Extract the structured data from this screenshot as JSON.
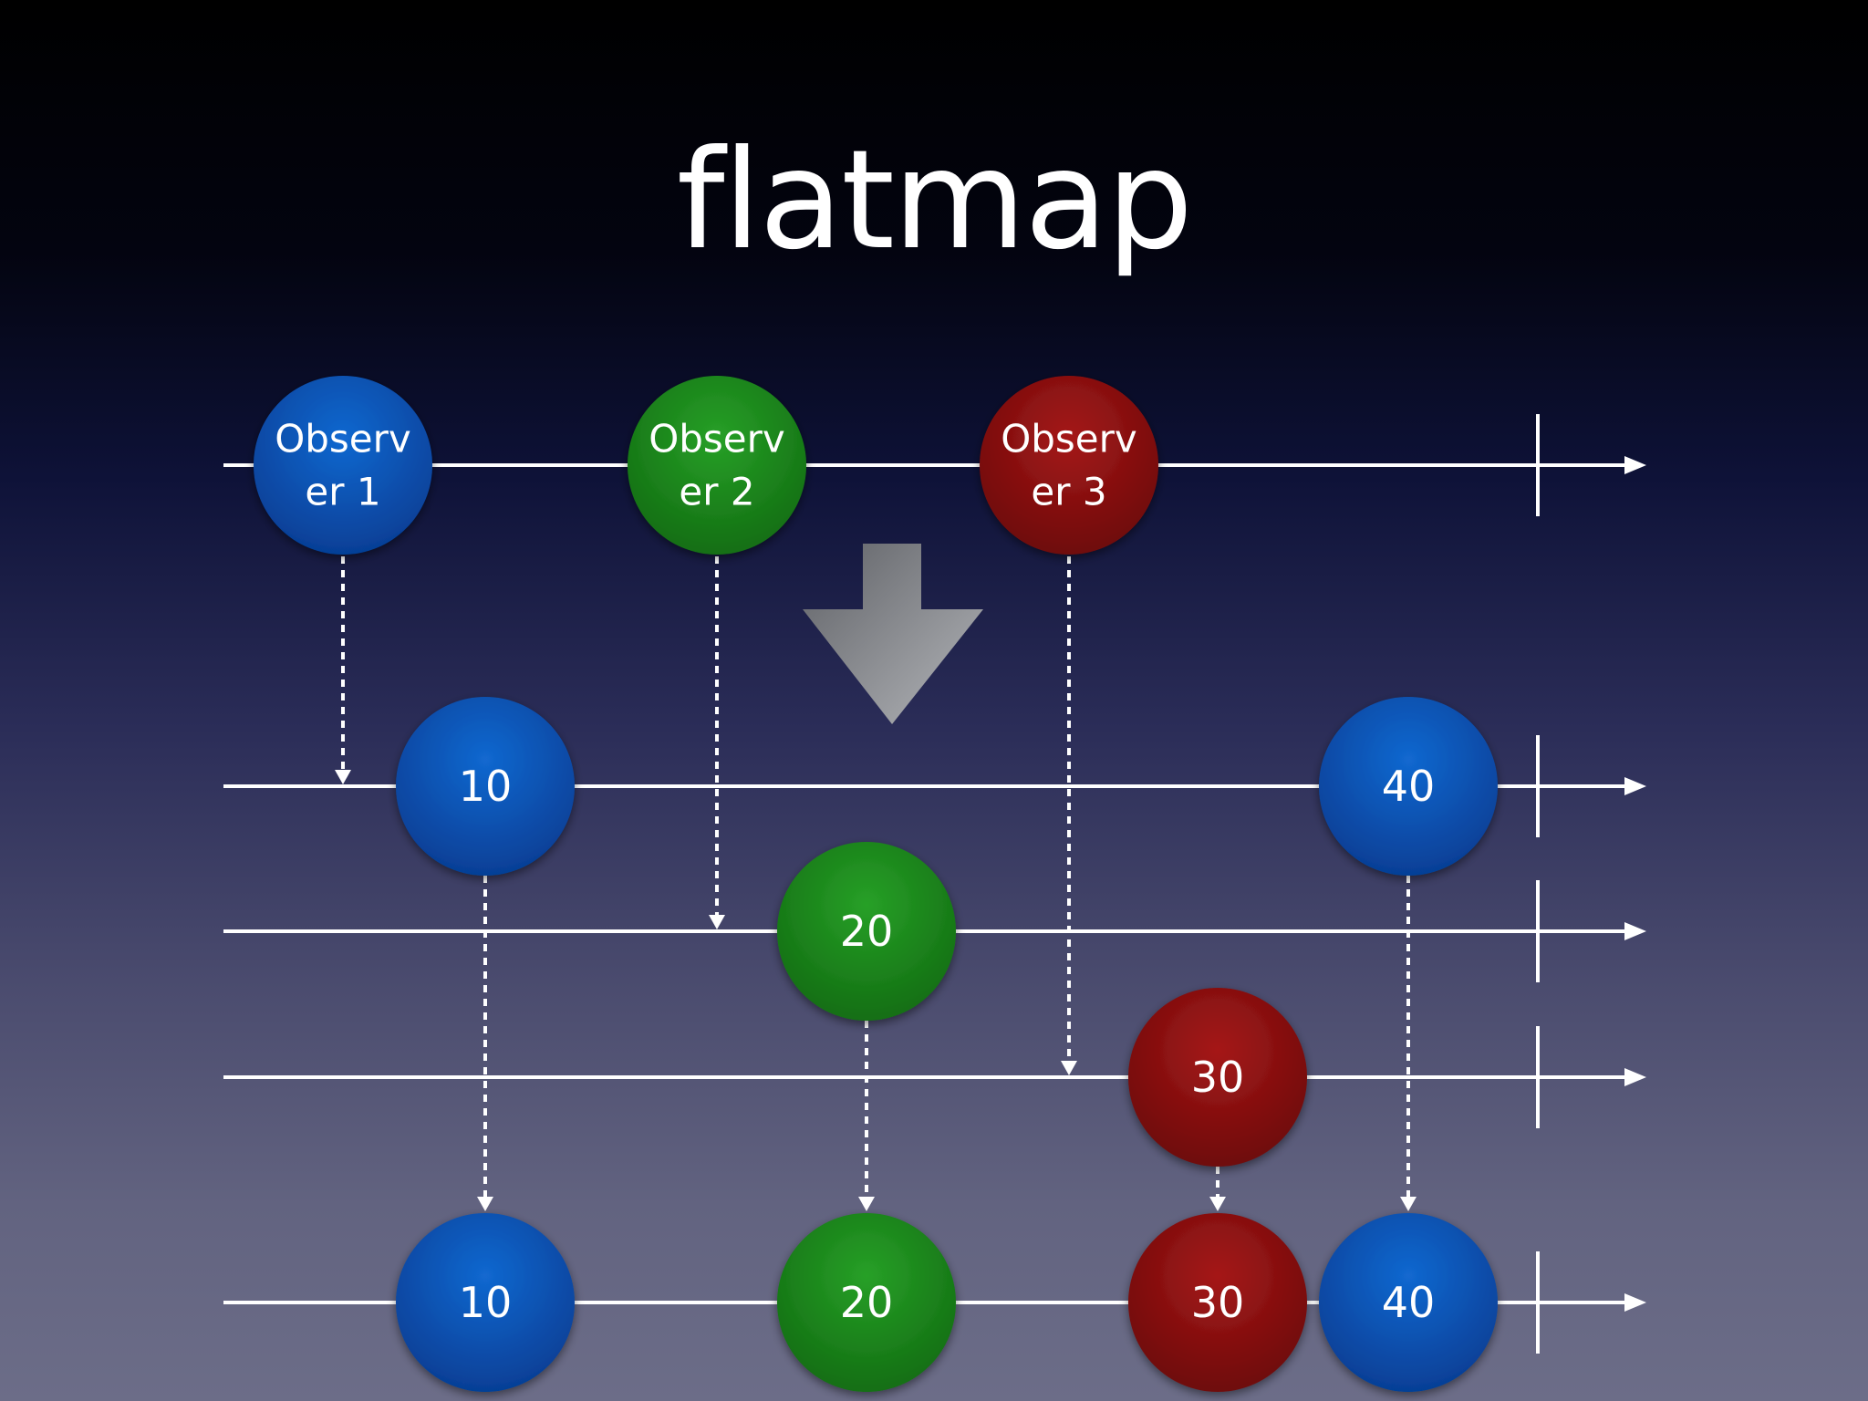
{
  "title": "flatmap",
  "source_nodes": [
    {
      "lines": [
        "Observ",
        "er 1"
      ],
      "color": "blue"
    },
    {
      "lines": [
        "Observ",
        "er 2"
      ],
      "color": "green"
    },
    {
      "lines": [
        "Observ",
        "er 3"
      ],
      "color": "red"
    }
  ],
  "inner_streams": [
    {
      "source": 0,
      "items": [
        {
          "label": "10",
          "color": "blue"
        },
        {
          "label": "40",
          "color": "blue"
        }
      ]
    },
    {
      "source": 1,
      "items": [
        {
          "label": "20",
          "color": "green"
        }
      ]
    },
    {
      "source": 2,
      "items": [
        {
          "label": "30",
          "color": "red"
        }
      ]
    }
  ],
  "output_items": [
    {
      "label": "10",
      "color": "blue"
    },
    {
      "label": "20",
      "color": "green"
    },
    {
      "label": "30",
      "color": "red"
    },
    {
      "label": "40",
      "color": "blue"
    }
  ],
  "colors": {
    "blue": "#0a55b8",
    "green": "#1e8c1e",
    "red": "#8a1010",
    "line": "#ffffff",
    "arrow": "#8c8e94"
  }
}
